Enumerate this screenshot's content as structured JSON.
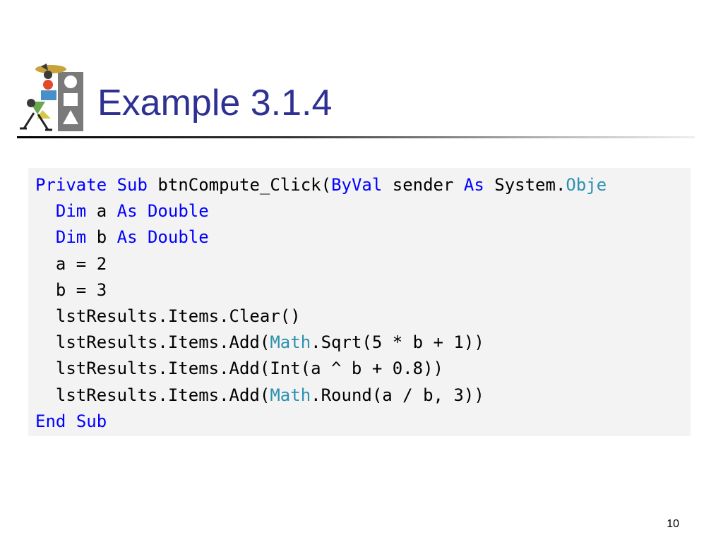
{
  "slide": {
    "title": "Example 3.1.4",
    "page_number": "10",
    "colors": {
      "title": "#2e3192",
      "keyword": "#0000ff",
      "type_name": "#2b91af",
      "code_text": "#000000",
      "code_background": "#f3f3f3"
    },
    "logo_icon": "people-with-shapes-icon"
  },
  "code": {
    "lines": [
      [
        {
          "t": "Private",
          "c": "kw"
        },
        {
          "t": " "
        },
        {
          "t": "Sub",
          "c": "kw"
        },
        {
          "t": " btnCompute_Click("
        },
        {
          "t": "ByVal",
          "c": "kw"
        },
        {
          "t": " sender "
        },
        {
          "t": "As",
          "c": "kw"
        },
        {
          "t": " System."
        },
        {
          "t": "Obje",
          "c": "ty"
        }
      ],
      [
        {
          "t": "  "
        },
        {
          "t": "Dim",
          "c": "kw"
        },
        {
          "t": " a "
        },
        {
          "t": "As",
          "c": "kw"
        },
        {
          "t": " "
        },
        {
          "t": "Double",
          "c": "kw"
        }
      ],
      [
        {
          "t": "  "
        },
        {
          "t": "Dim",
          "c": "kw"
        },
        {
          "t": " b "
        },
        {
          "t": "As",
          "c": "kw"
        },
        {
          "t": " "
        },
        {
          "t": "Double",
          "c": "kw"
        }
      ],
      [
        {
          "t": "  a = 2"
        }
      ],
      [
        {
          "t": "  b = 3"
        }
      ],
      [
        {
          "t": "  lstResults.Items.Clear()"
        }
      ],
      [
        {
          "t": "  lstResults.Items.Add("
        },
        {
          "t": "Math",
          "c": "ty"
        },
        {
          "t": ".Sqrt(5 * b + 1))"
        }
      ],
      [
        {
          "t": "  lstResults.Items.Add(Int(a ^ b + 0.8))"
        }
      ],
      [
        {
          "t": "  lstResults.Items.Add("
        },
        {
          "t": "Math",
          "c": "ty"
        },
        {
          "t": ".Round(a / b, 3))"
        }
      ],
      [
        {
          "t": "End",
          "c": "kw"
        },
        {
          "t": " "
        },
        {
          "t": "Sub",
          "c": "kw"
        }
      ]
    ]
  }
}
